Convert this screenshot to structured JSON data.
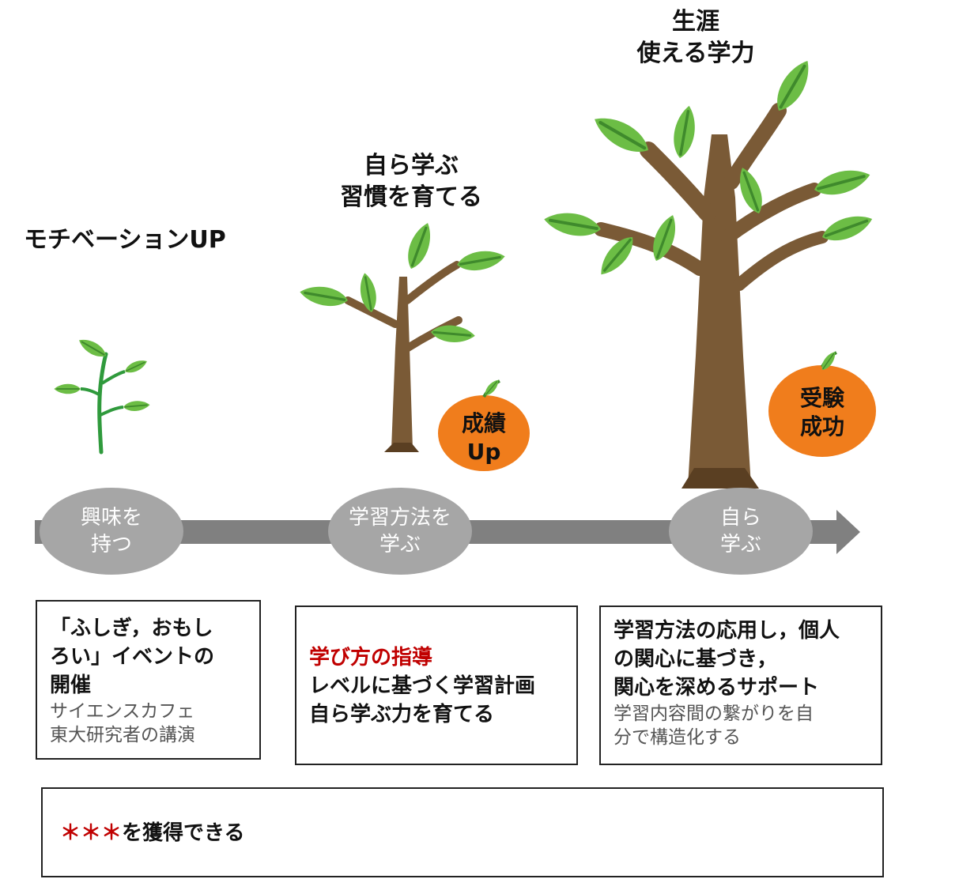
{
  "stages": {
    "motivation": "モチベーションUP",
    "habit_line1": "自ら学ぶ",
    "habit_line2": "習慣を育てる",
    "lifelong_line1": "生涯",
    "lifelong_line2": "使える学力"
  },
  "fruits": {
    "grades_line1": "成績",
    "grades_line2": "Up",
    "exam_line1": "受験",
    "exam_line2": "成功"
  },
  "timeline": {
    "node1_line1": "興味を",
    "node1_line2": "持つ",
    "node2_line1": "学習方法を",
    "node2_line2": "学ぶ",
    "node3_line1": "自ら",
    "node3_line2": "学ぶ"
  },
  "boxes": {
    "box1": {
      "bold1": "「ふしぎ，おもし",
      "bold2": "ろい」イベントの",
      "bold3": "開催",
      "light1": "サイエンスカフェ",
      "light2": "東大研究者の講演"
    },
    "box2": {
      "red": "学び方の指導",
      "bold1": "レベルに基づく学習計画",
      "bold2": "自ら学ぶ力を育てる"
    },
    "box3": {
      "bold1": "学習方法の応用し，個人",
      "bold2": "の関心に基づき，",
      "bold3": "関心を深めるサポート",
      "light1": "学習内容間の繋がりを自",
      "light2": "分で構造化する"
    }
  },
  "bottom": {
    "stars": "＊＊＊",
    "text": "を獲得できる"
  },
  "colors": {
    "leaf": "#6cbd45",
    "leaf_vein": "#3f8a2c",
    "trunk": "#7a5a36",
    "trunk_dark": "#5a3f22",
    "orange": "#f07d1c",
    "arrow": "#808080",
    "node": "#a6a6a6",
    "accent_red": "#c00000"
  }
}
